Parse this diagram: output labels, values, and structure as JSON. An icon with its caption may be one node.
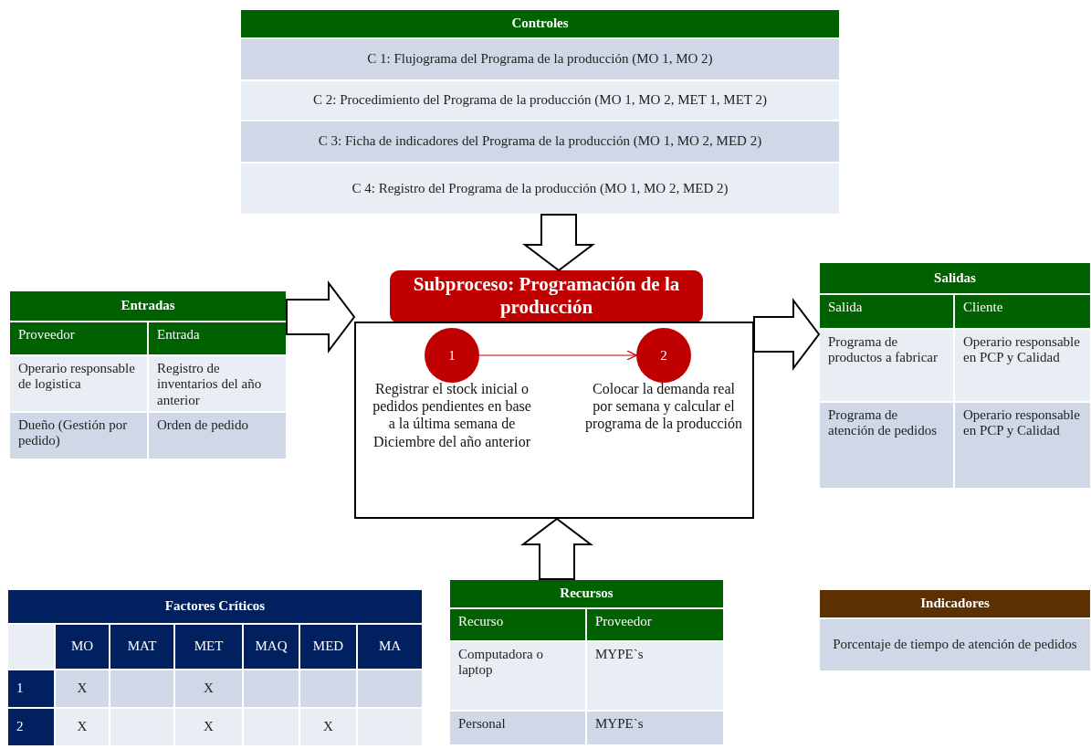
{
  "diagram": {
    "nodes": [
      {
        "text": [
          "Controles",
          "C 1: Flujograma del Programa de la producción (MO 1, MO 2)",
          "C 2:  Procedimiento del Programa de la producción (MO 1, MO 2, MET 1, MET 2)",
          "C 3: Ficha de indicadores del Programa de la producción  (MO 1, MO 2, MED 2)",
          "C 4: Registro del Programa de la producción (MO 1, MO 2, MED 2)"
        ]
      },
      {
        "text": [
          "Entradas",
          "Proveedor",
          "Entrada",
          "Operario responsable de logistica",
          "Registro de inventarios del año anterior",
          "Dueño (Gestión por pedido)",
          "Orden de pedido"
        ]
      },
      {
        "text": [
          "Subproceso: Programación de la producción"
        ]
      },
      {
        "text": [
          "1"
        ],
        "in": 2,
        "beside": [
          "Registrar el stock inicial  o pedidos pendientes  en base a la última semana de Diciembre del año anterior"
        ]
      },
      {
        "text": [
          "2"
        ],
        "in": 2,
        "beside": [
          "Colocar la demanda real por semana y calcular el programa de la producción"
        ]
      },
      {
        "text": [
          "Salidas",
          "Salida",
          "Cliente",
          "Programa de productos a fabricar",
          "Operario responsable en PCP y Calidad",
          "Programa de atención de pedidos",
          "Operario responsable en PCP y Calidad"
        ]
      },
      {
        "text": [
          "Factores Críticos",
          "MO",
          "MAT",
          "MET",
          "MAQ",
          "MED",
          "MA",
          "1",
          "X",
          "X",
          "2",
          "X",
          "X",
          "X"
        ]
      },
      {
        "text": [
          "Recursos",
          "Recurso",
          "Proveedor",
          "Computadora o laptop",
          "MYPE`s",
          "Personal",
          "MYPE`s"
        ]
      },
      {
        "text": [
          "Indicadores",
          "Porcentaje de tiempo de atención  de pedidos"
        ]
      }
    ],
    "edges": [
      {
        "from": 0,
        "to": 2,
        "arrow": "to",
        "style": "thick"
      },
      {
        "from": 1,
        "to": 2,
        "arrow": "to",
        "style": "thick"
      },
      {
        "from": 2,
        "to": 5,
        "arrow": "to",
        "style": "thick"
      },
      {
        "from": 7,
        "to": 2,
        "arrow": "to",
        "style": "thick"
      },
      {
        "from": 3,
        "to": 4,
        "arrow": "to",
        "color": "#c00000"
      }
    ]
  }
}
